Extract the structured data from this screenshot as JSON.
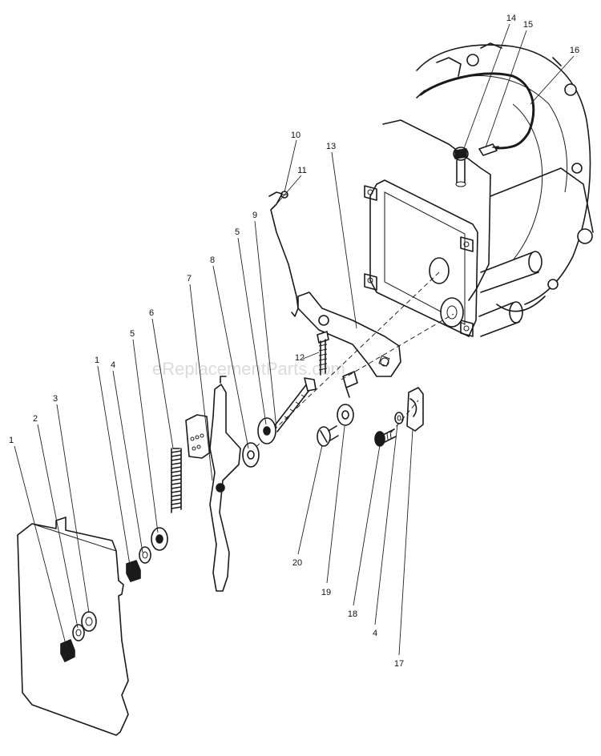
{
  "watermark": "eReplacementParts.com",
  "callouts": [
    "1",
    "2",
    "3",
    "4",
    "5",
    "6",
    "1",
    "7",
    "8",
    "5",
    "9",
    "10",
    "11",
    "12",
    "13",
    "14",
    "15",
    "16",
    "17",
    "4",
    "18",
    "19",
    "20"
  ],
  "colors": {
    "line": "#1a1a1a",
    "background": "#ffffff",
    "watermark": "#d0d0d0"
  }
}
